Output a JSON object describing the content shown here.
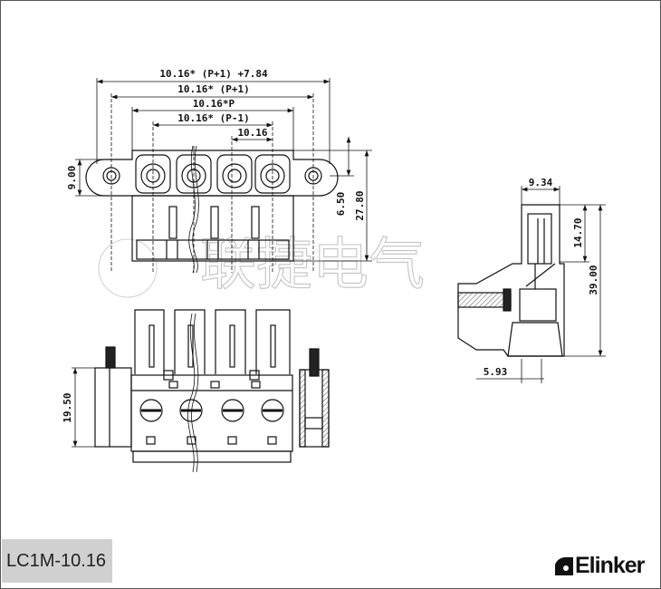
{
  "watermark": "联捷电气",
  "top_view": {
    "dimensions": [
      "10.16* (P+1) +7.84",
      "10.16* (P+1)",
      "10.16*P",
      "10.16* (P-1)",
      "10.16",
      "9.00",
      "6.50",
      "27.80"
    ]
  },
  "front_view": {
    "dimensions": [
      "19.50"
    ]
  },
  "side_view": {
    "dimensions": [
      "9.34",
      "14.70",
      "39.00",
      "5.93"
    ]
  },
  "model_label": "LC1M-10.16",
  "brand": "Elinker"
}
